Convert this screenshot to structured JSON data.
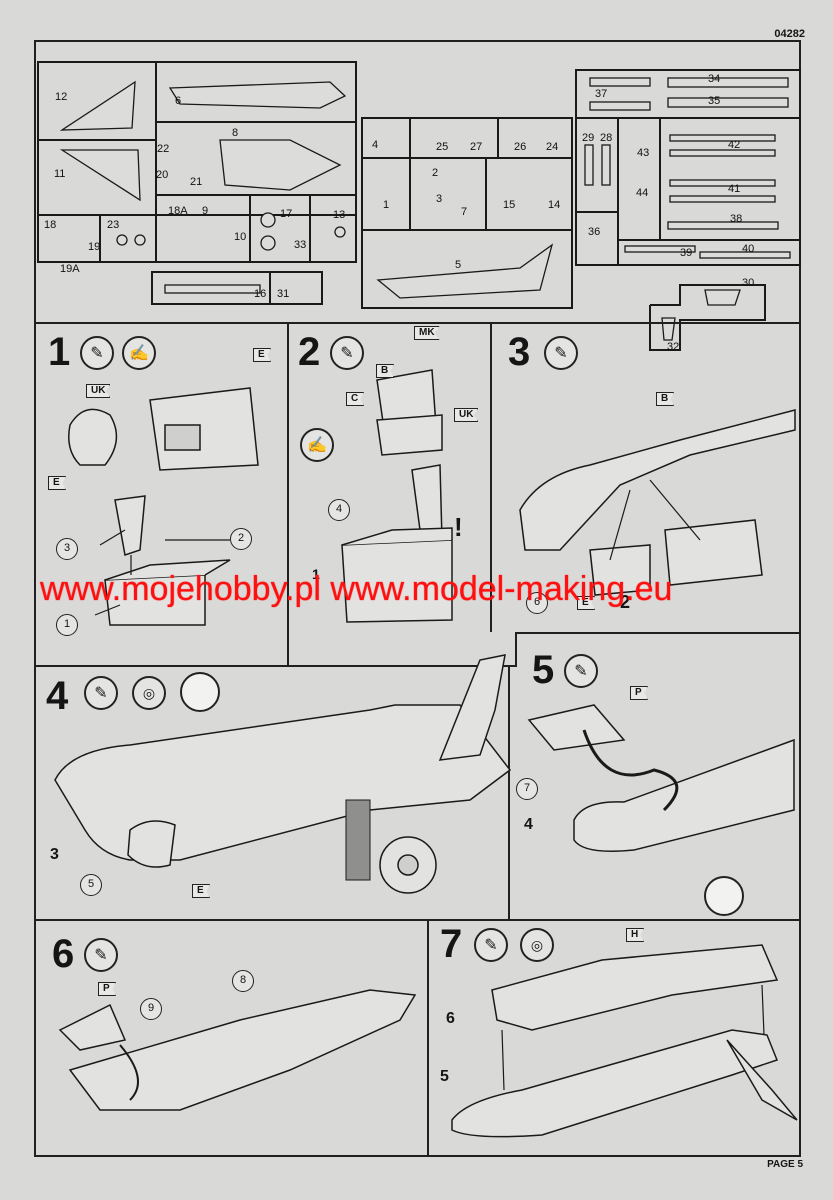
{
  "header": {
    "code": "04282"
  },
  "footer": {
    "page": "PAGE 5"
  },
  "watermark": {
    "text": "www.mojehobby.pl www.model-making.eu"
  },
  "sprue": {
    "parts": [
      "12",
      "6",
      "11",
      "22",
      "20",
      "8",
      "21",
      "18",
      "23",
      "18A",
      "9",
      "17",
      "13",
      "10",
      "33",
      "19",
      "19A",
      "16",
      "31",
      "4",
      "25",
      "27",
      "26",
      "24",
      "2",
      "1",
      "3",
      "7",
      "15",
      "14",
      "5",
      "37",
      "34",
      "35",
      "29",
      "28",
      "43",
      "42",
      "44",
      "41",
      "36",
      "38",
      "39",
      "40",
      "30",
      "32"
    ]
  },
  "steps": [
    {
      "number": "1",
      "flags": [
        "E",
        "UK",
        "E"
      ],
      "callouts": [
        "3",
        "2",
        "1"
      ]
    },
    {
      "number": "2",
      "flags": [
        "MK",
        "B",
        "C",
        "UK"
      ],
      "callouts": [
        "4"
      ],
      "labels": [
        "1"
      ],
      "note": "!"
    },
    {
      "number": "3",
      "flags": [
        "B",
        "E"
      ],
      "callouts": [
        "6"
      ],
      "labels": [
        "2"
      ]
    },
    {
      "number": "4",
      "flags": [
        "E"
      ],
      "callouts": [
        "5"
      ],
      "labels": [
        "3"
      ]
    },
    {
      "number": "5",
      "flags": [
        "P"
      ],
      "callouts": [
        "7"
      ],
      "labels": [
        "4"
      ]
    },
    {
      "number": "6",
      "flags": [
        "P"
      ],
      "callouts": [
        "9",
        "8"
      ]
    },
    {
      "number": "7",
      "flags": [
        "H"
      ],
      "labels": [
        "6",
        "5"
      ]
    }
  ]
}
